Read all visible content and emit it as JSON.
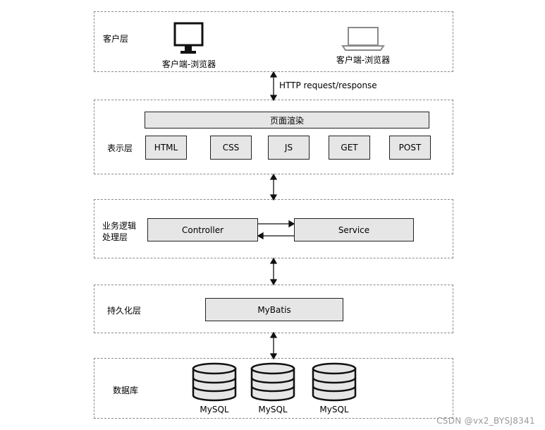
{
  "layers": {
    "client": {
      "label": "客户层",
      "desktop_caption": "客户端-浏览器",
      "laptop_caption": "客户端-浏览器"
    },
    "http_label": "HTTP request/response",
    "presentation": {
      "label": "表示层",
      "render_box": "页面渲染",
      "tech": [
        "HTML",
        "CSS",
        "JS",
        "GET",
        "POST"
      ]
    },
    "business": {
      "label_line1": "业务逻辑",
      "label_line2": "处理层",
      "controller": "Controller",
      "service": "Service"
    },
    "persistence": {
      "label": "持久化层",
      "mybatis": "MyBatis"
    },
    "database": {
      "label": "数据库",
      "dbs": [
        "MySQL",
        "MySQL",
        "MySQL"
      ]
    }
  },
  "watermark": "CSDN @vx2_BYSJ8341",
  "icons": [
    "desktop-monitor-icon",
    "laptop-icon",
    "database-cylinder-icon"
  ]
}
